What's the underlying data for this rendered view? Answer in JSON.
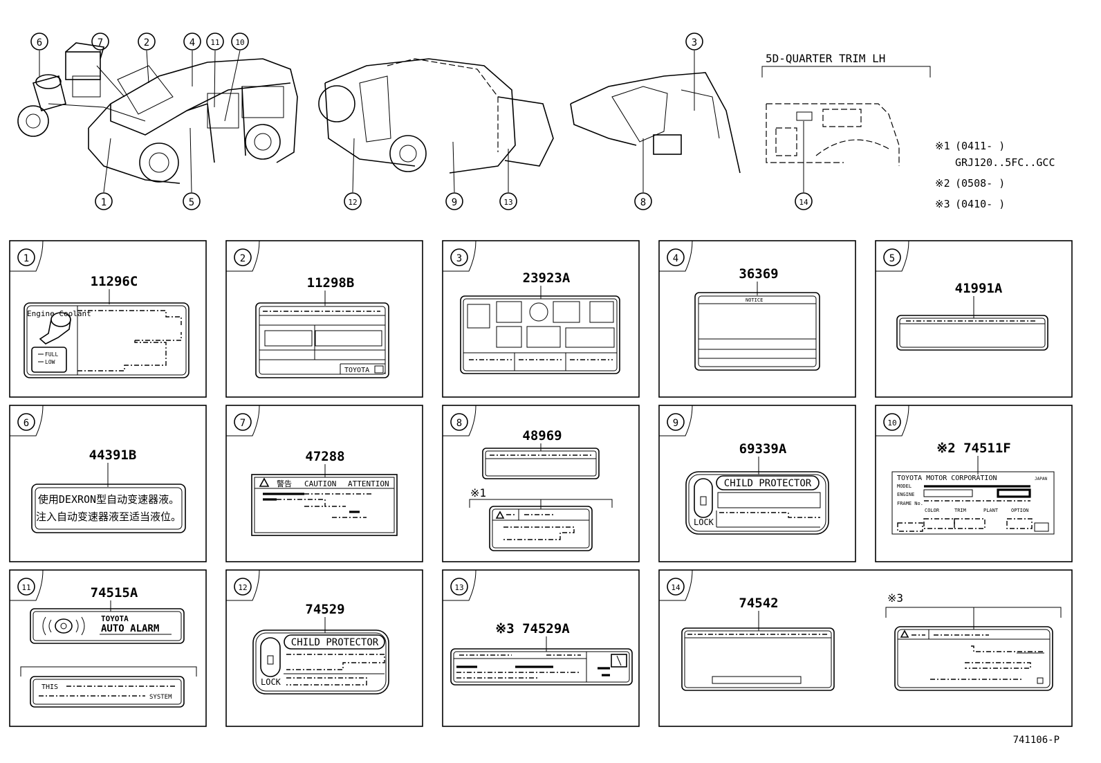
{
  "header": {
    "quarter_trim_label": "5D-QUARTER TRIM LH",
    "callouts_top": [
      "6",
      "7",
      "2",
      "4",
      "11",
      "10",
      "3"
    ],
    "callouts_bottom": [
      "1",
      "5",
      "12",
      "9",
      "13",
      "8",
      "14"
    ],
    "notes": [
      {
        "mark": "※1",
        "text": "(0411-      )"
      },
      {
        "mark": "",
        "text": "GRJ120..5FC..GCC"
      },
      {
        "mark": "※2",
        "text": "(0508-      )"
      },
      {
        "mark": "※3",
        "text": "(0410-      )"
      }
    ]
  },
  "panels": {
    "p1": {
      "num": "1",
      "part": "11296C",
      "label_title": "Engine Coolant",
      "full": "FULL",
      "low": "LOW"
    },
    "p2": {
      "num": "2",
      "part": "11298B",
      "brand": "TOYOTA"
    },
    "p3": {
      "num": "3",
      "part": "23923A"
    },
    "p4": {
      "num": "4",
      "part": "36369",
      "label_title": "NOTICE"
    },
    "p5": {
      "num": "5",
      "part": "41991A"
    },
    "p6": {
      "num": "6",
      "part": "44391B",
      "line1": "使用DEXRON型自动变速器液。",
      "line2": "注入自动变速器液至适当液位。"
    },
    "p7": {
      "num": "7",
      "part": "47288",
      "h1": "警告",
      "h2": "CAUTION",
      "h3": "ATTENTION"
    },
    "p8": {
      "num": "8",
      "part": "48969",
      "note": "※1"
    },
    "p9": {
      "num": "9",
      "part": "69339A",
      "title": "CHILD PROTECTOR",
      "lock": "LOCK"
    },
    "p10": {
      "num": "10",
      "part": "※2 74511F",
      "corp": "TOYOTA MOTOR CORPORATION",
      "japan": "JAPAN",
      "model": "MODEL",
      "engine": "ENGINE",
      "frame": "FRAME No.",
      "color": "COLOR",
      "trim": "TRIM",
      "plant": "PLANT",
      "option": "OPTION"
    },
    "p11": {
      "num": "11",
      "part": "74515A",
      "brand": "TOYOTA",
      "alarm": "AUTO ALARM",
      "this": "THIS",
      "system": "SYSTEM"
    },
    "p12": {
      "num": "12",
      "part": "74529",
      "title": "CHILD PROTECTOR",
      "lock": "LOCK"
    },
    "p13": {
      "num": "13",
      "part": "※3  74529A"
    },
    "p14": {
      "num": "14",
      "part": "74542",
      "note": "※3"
    }
  },
  "footer": {
    "code": "741106-P"
  }
}
